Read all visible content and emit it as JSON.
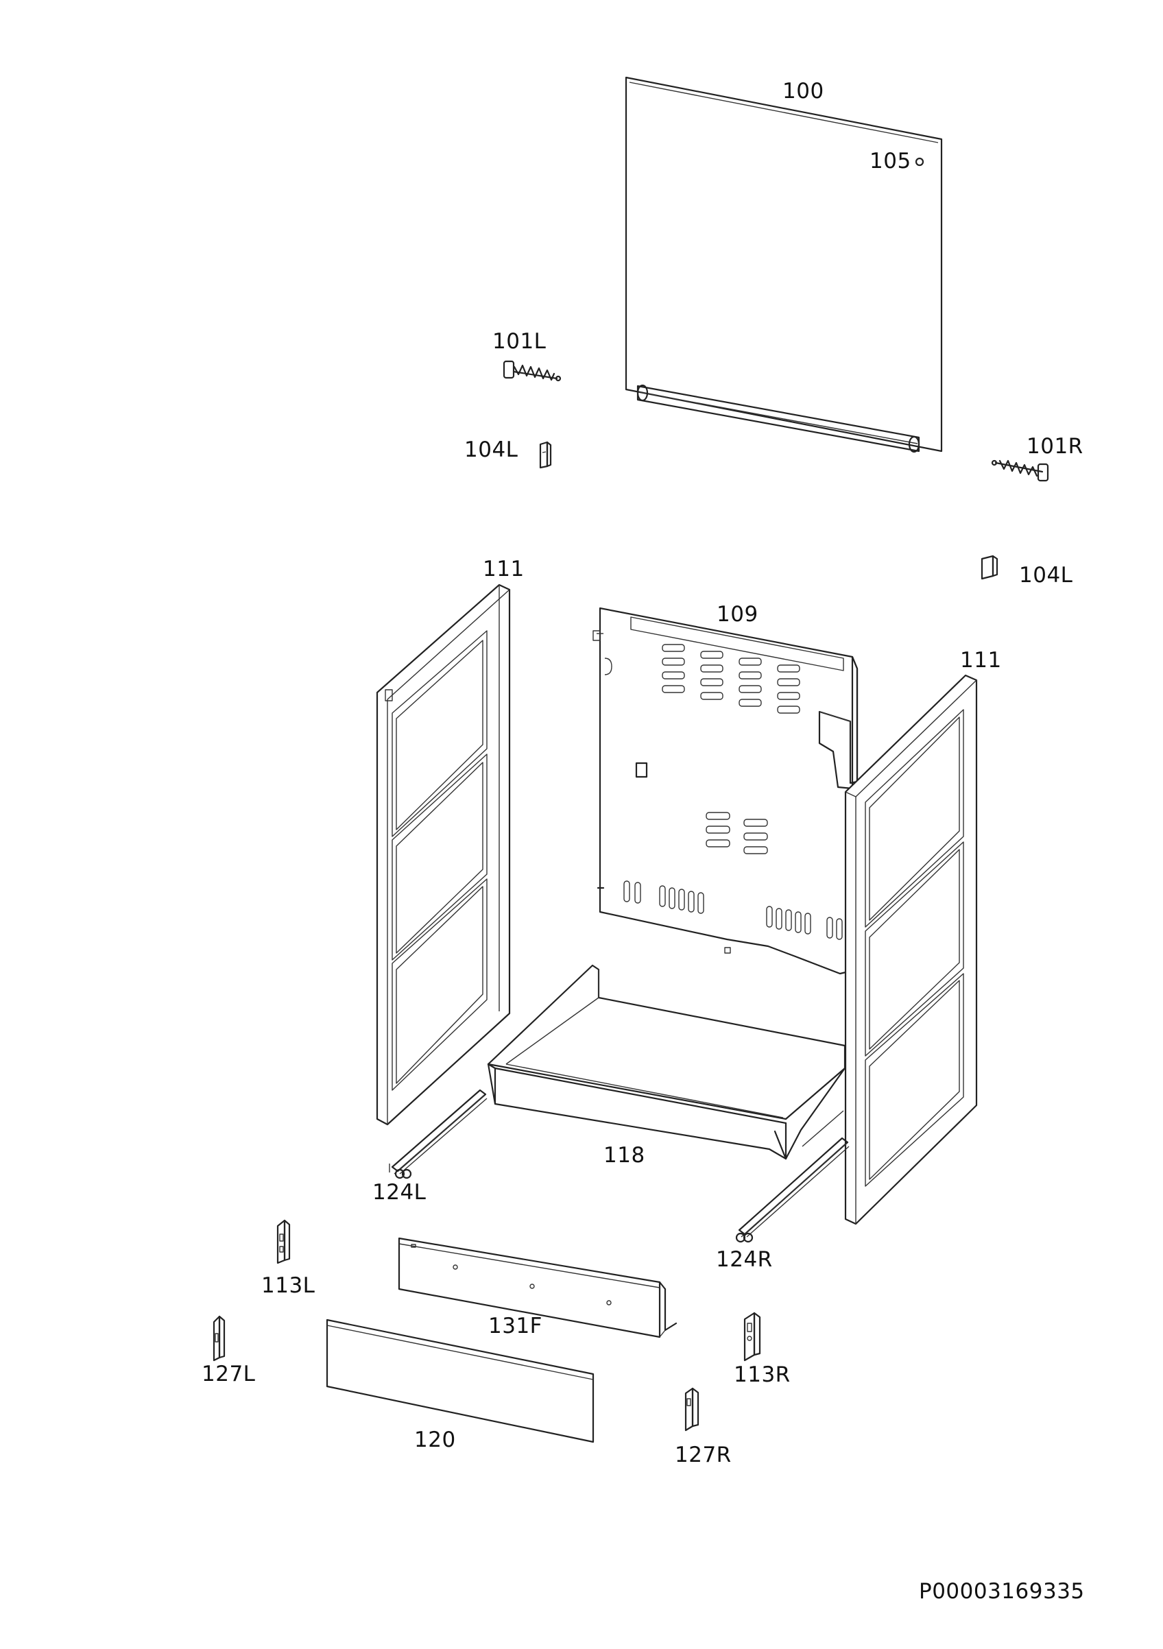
{
  "colors": {
    "line": "#222222",
    "background": "#ffffff",
    "text": "#111111"
  },
  "labels": {
    "p100": "100",
    "p105": "105",
    "p101L": "101L",
    "p104L_a": "104L",
    "p101R": "101R",
    "p104L_b": "104L",
    "p111_left": "111",
    "p109": "109",
    "p111_right": "111",
    "p118": "118",
    "p124L": "124L",
    "p124R": "124R",
    "p113L": "113L",
    "p131F": "131F",
    "p127L": "127L",
    "p113R": "113R",
    "p120": "120",
    "p127R": "127R"
  },
  "drawing_code": "P00003169335"
}
